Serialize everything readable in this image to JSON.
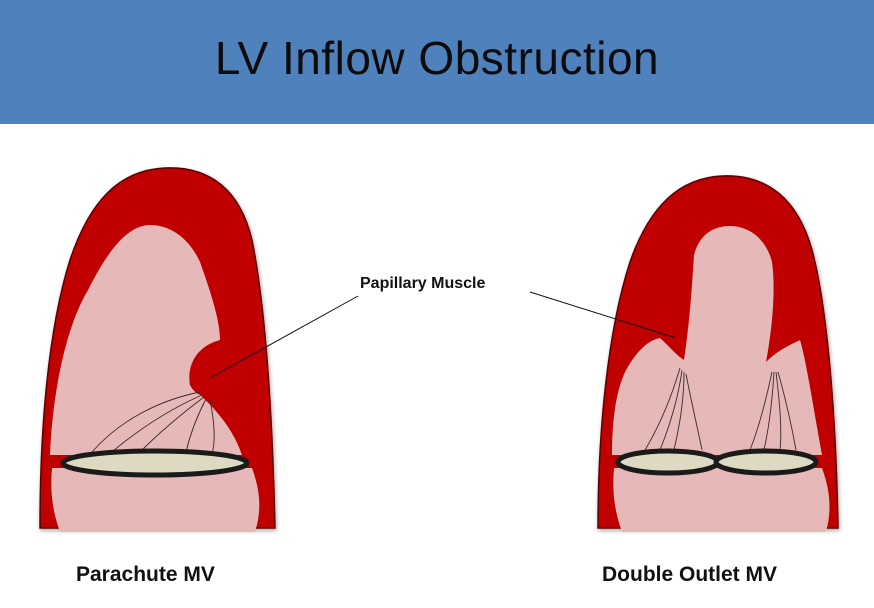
{
  "title": "LV Inflow Obstruction",
  "label": "Papillary Muscle",
  "captions": {
    "left": "Parachute MV",
    "right": "Double Outlet MV"
  },
  "colors": {
    "header": "#4f81bd",
    "myocardium": "#c00000",
    "cavity": "#e6b8b7",
    "valve": "#ddd9c3",
    "valve_ring": "#1a1a1a"
  }
}
